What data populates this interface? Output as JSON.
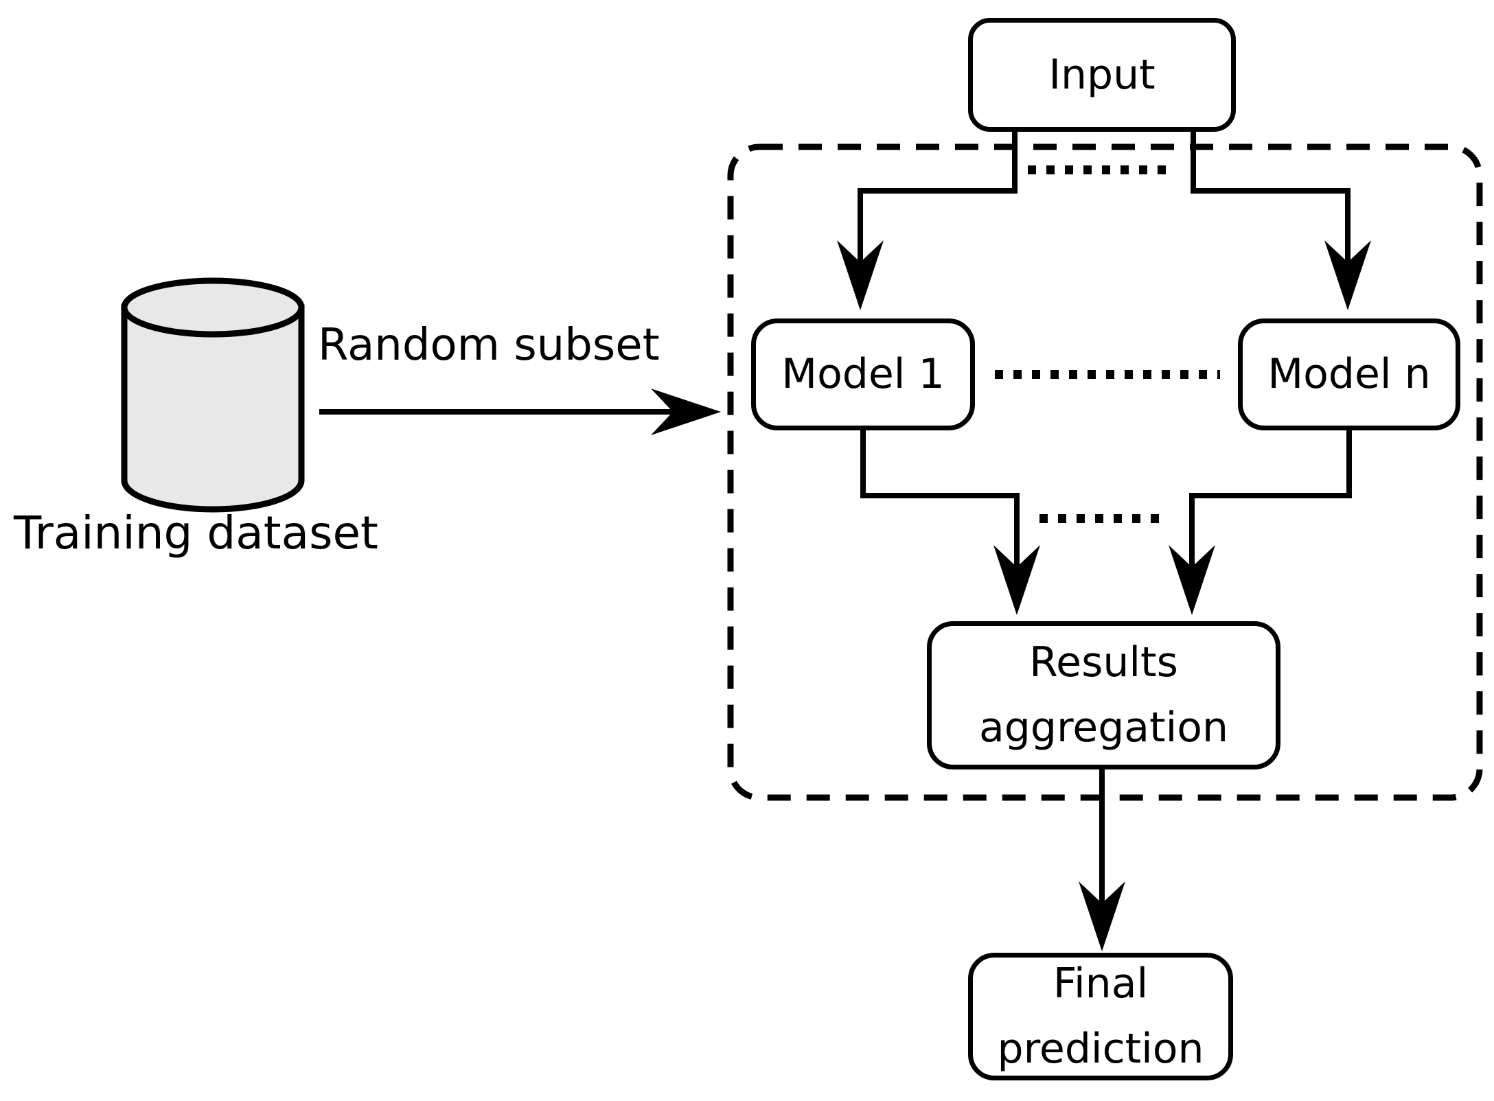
{
  "diagram": {
    "type": "flowchart",
    "topic": "Ensemble model prediction pipeline",
    "nodes": {
      "input": {
        "label": "Input"
      },
      "model1": {
        "label": "Model 1"
      },
      "modeln": {
        "label": "Model n"
      },
      "results_aggregation": {
        "line1": "Results",
        "line2": "aggregation"
      },
      "final_prediction": {
        "line1": "Final",
        "line2": "prediction"
      }
    },
    "datastore": {
      "label": "Training dataset",
      "icon": "database-cylinder"
    },
    "edges": {
      "random_subset": {
        "label": "Random subset"
      }
    },
    "colors": {
      "stroke": "#000000",
      "node_fill": "#ffffff",
      "cylinder_fill": "#e8e8e8",
      "background": "#ffffff"
    }
  }
}
